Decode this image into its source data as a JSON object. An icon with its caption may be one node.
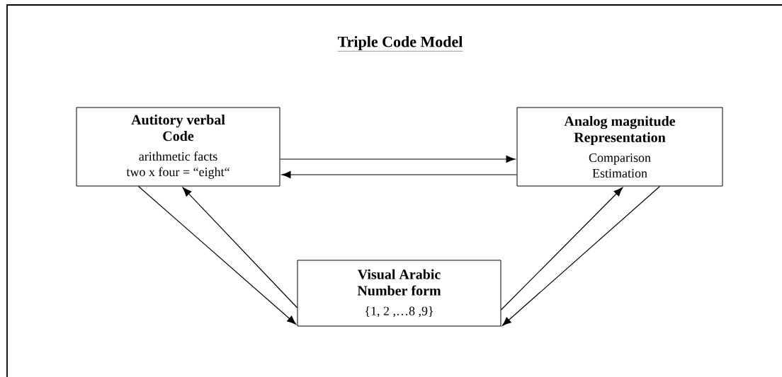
{
  "diagram": {
    "title": "Triple Code Model",
    "nodes": [
      {
        "text": [
          "Autitory verbal Code",
          "arithmetic facts",
          "two x four = “eight“"
        ]
      },
      {
        "text": [
          "Analog magnitude Representation",
          "Comparison",
          "Estimation"
        ]
      },
      {
        "text": [
          "Visual Arabic Number form",
          "{1, 2 ,…8 ,9}"
        ]
      }
    ],
    "edges": [
      {
        "from": 0,
        "to": 1,
        "arrow": "to"
      },
      {
        "from": 1,
        "to": 0,
        "arrow": "to"
      },
      {
        "from": 2,
        "to": 0,
        "arrow": "to"
      },
      {
        "from": 0,
        "to": 2,
        "arrow": "to"
      },
      {
        "from": 2,
        "to": 1,
        "arrow": "to"
      },
      {
        "from": 1,
        "to": 2,
        "arrow": "to"
      }
    ]
  }
}
